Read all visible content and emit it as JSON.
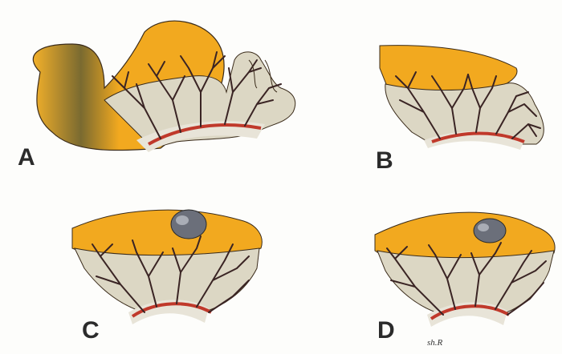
{
  "panels": [
    {
      "label": "A"
    },
    {
      "label": "B"
    },
    {
      "label": "C"
    },
    {
      "label": "D"
    }
  ],
  "signature": "sh.R",
  "colors": {
    "outer_layer": "#f2a91f",
    "outer_layer_dark": "#7a6a30",
    "inner_tissue": "#dcd7c4",
    "vessel_dark": "#3a2424",
    "vessel_red": "#c0392b",
    "base_shadow": "#e8e4d8",
    "cyst": "#6b6f7a"
  }
}
